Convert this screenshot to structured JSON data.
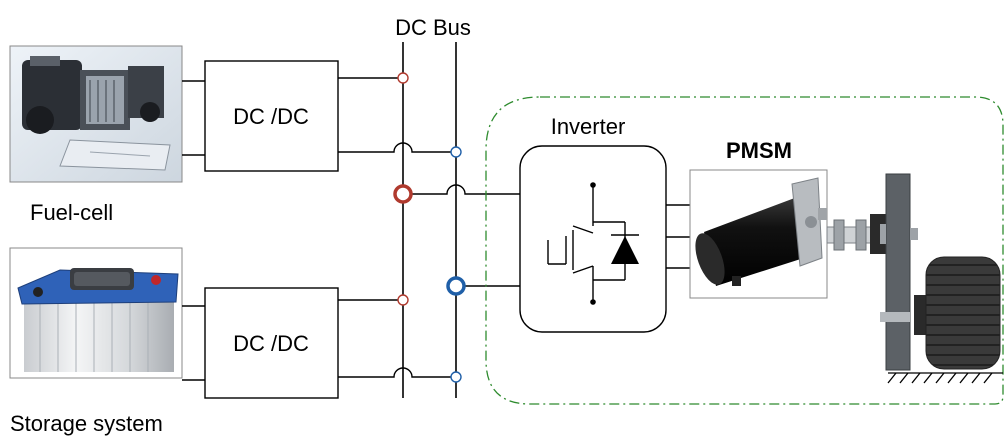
{
  "labels": {
    "dc_bus": "DC Bus",
    "fuel_cell": "Fuel-cell",
    "storage": "Storage system",
    "dcdc_top": "DC /DC",
    "dcdc_bottom": "DC /DC",
    "inverter": "Inverter",
    "motor": "PMSM"
  },
  "colors": {
    "line": "#000000",
    "node_red": "#b03a2e",
    "node_blue": "#1f5fa8",
    "enclosure": "#2e8b2e"
  }
}
